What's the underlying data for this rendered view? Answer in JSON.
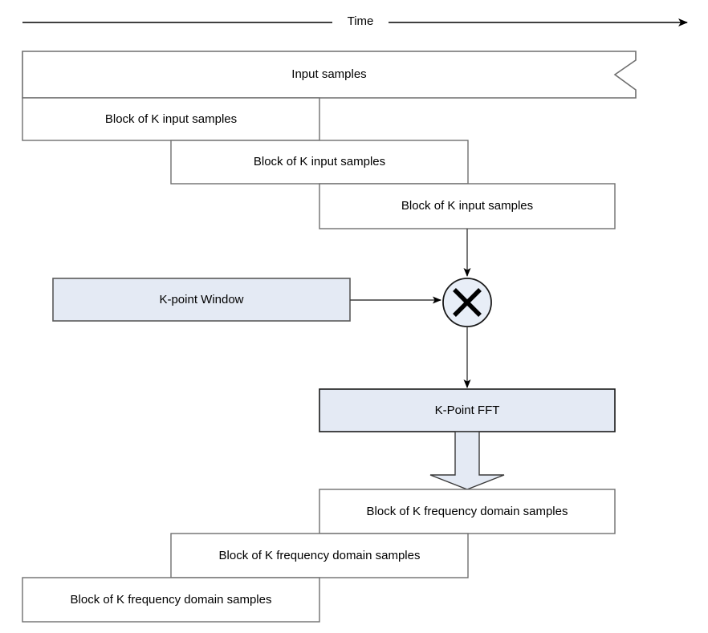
{
  "diagram": {
    "title_axis": "Time",
    "colors": {
      "box_fill_plain": "#ffffff",
      "box_fill_highlight": "#e4eaf4",
      "border_dark": "#000000",
      "border_gray": "#6e6e6e",
      "arrow": "#3d3d3d",
      "text": "#000000"
    },
    "timeline": {
      "label": "Time",
      "arrow_direction": "right"
    },
    "input_stream": {
      "label": "Input samples",
      "right_edge_style": "zigzag-torn"
    },
    "input_blocks": [
      {
        "label": "Block of K input samples"
      },
      {
        "label": "Block of K input samples"
      },
      {
        "label": "Block of K input samples"
      }
    ],
    "window": {
      "label": "K-point Window"
    },
    "multiplier": {
      "symbol": "×",
      "name": "multiply"
    },
    "fft": {
      "label": "K-Point FFT"
    },
    "output_blocks": [
      {
        "label": "Block of K frequency domain samples"
      },
      {
        "label": "Block of K frequency domain samples"
      },
      {
        "label": "Block of K frequency domain samples"
      }
    ]
  }
}
